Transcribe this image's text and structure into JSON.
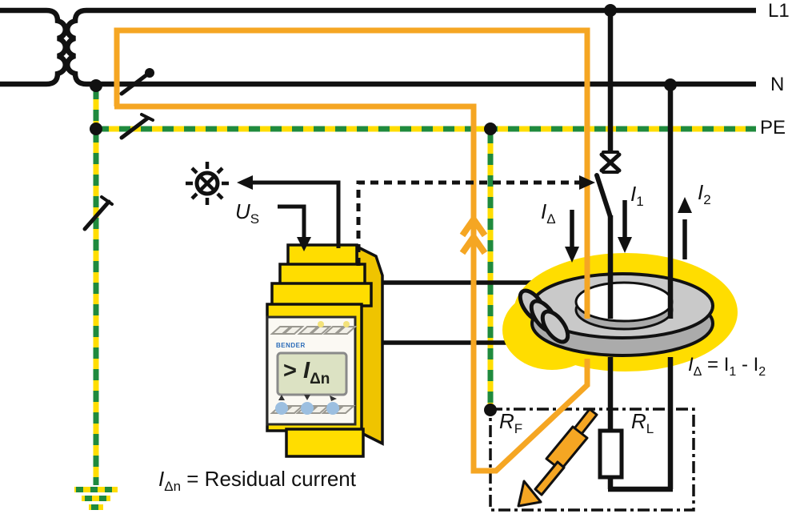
{
  "colors": {
    "ink": "#111111",
    "orange": "#F5A623",
    "yellow": "#FFDD00",
    "green": "#1F8A3D",
    "ctgray": "#C9C9C9",
    "ctgraydark": "#ABABAB",
    "deviceside": "#EFC400",
    "panel": "#FBF9F3",
    "display": "#DCE2C3",
    "blue": "#2B6CB8",
    "lightblue": "#9CBFE0"
  },
  "labels": {
    "l1": "L1",
    "n": "N",
    "pe": "PE",
    "us": {
      "base": "U",
      "sub": "S"
    },
    "i1": {
      "base": "I",
      "sub": "1"
    },
    "i2": {
      "base": "I",
      "sub": "2"
    },
    "i_delta": {
      "base": "I",
      "sub": "Δ"
    },
    "rf": {
      "base": "R",
      "sub": "F"
    },
    "rl": {
      "base": "R",
      "sub": "L"
    },
    "equation": {
      "p1": "I",
      "s1": "Δ",
      "p2": " = I",
      "s2": "1",
      "p3": " - I",
      "s3": "2"
    },
    "legend": {
      "base": "I",
      "sub": "Δn",
      "rest": " = Residual current"
    }
  },
  "device": {
    "brand": "BENDER",
    "display": {
      "prefix": "> ",
      "base": "I",
      "sub": "Δn"
    }
  }
}
